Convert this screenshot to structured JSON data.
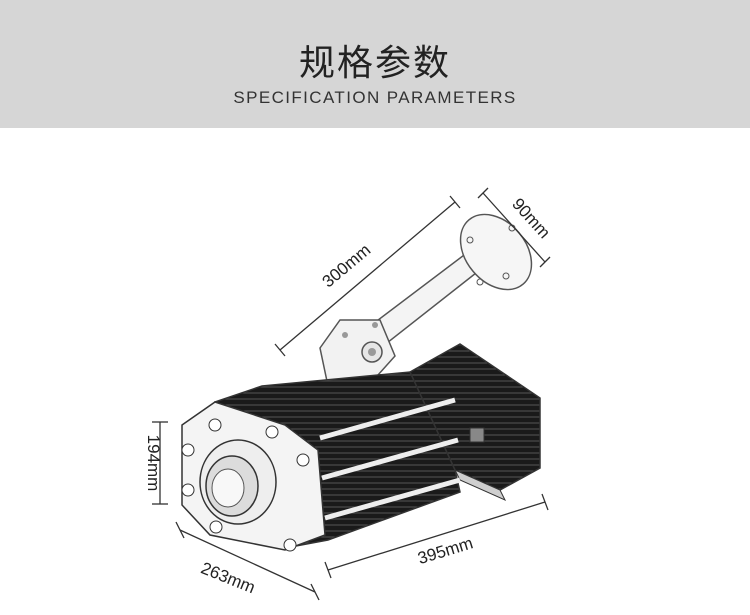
{
  "header": {
    "title_cn": "规格参数",
    "title_en": "SPECIFICATION PARAMETERS",
    "background": "#d6d6d6"
  },
  "diagram": {
    "dimensions": {
      "arm_length": "300mm",
      "base_diameter": "90mm",
      "height": "194mm",
      "width": "263mm",
      "length": "395mm"
    }
  }
}
